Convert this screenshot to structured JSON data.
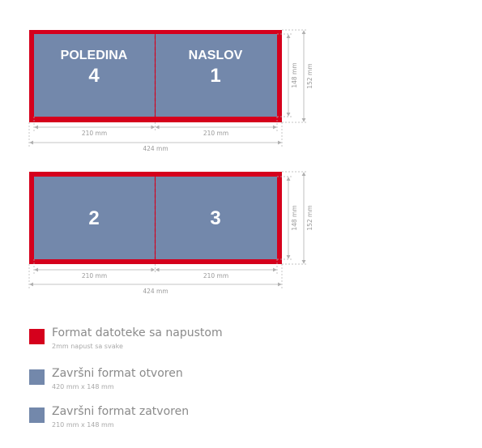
{
  "colors": {
    "bleed": "#d5001c",
    "page": "#7388ab",
    "dim": "#b0b0b0",
    "dim_text": "#9a9a9a",
    "page_text": "#ffffff"
  },
  "spread_top": {
    "left_page": {
      "label": "POLEDINA",
      "number": "4"
    },
    "right_page": {
      "label": "NASLOV",
      "number": "1"
    },
    "dim_left": "210 mm",
    "dim_right": "210 mm",
    "dim_total": "424 mm",
    "dim_height_inner": "148 mm",
    "dim_height_outer": "152 mm"
  },
  "spread_bottom": {
    "left_page": {
      "label": "",
      "number": "2"
    },
    "right_page": {
      "label": "",
      "number": "3"
    },
    "dim_left": "210 mm",
    "dim_right": "210 mm",
    "dim_total": "424 mm",
    "dim_height_inner": "148 mm",
    "dim_height_outer": "152 mm"
  },
  "legend": [
    {
      "title": "Format datoteke sa napustom",
      "subtitle": "2mm napust sa svake",
      "color": "#d5001c"
    },
    {
      "title": "Završni format otvoren",
      "subtitle": "420 mm x 148 mm",
      "color": "#7388ab"
    },
    {
      "title": "Završni format zatvoren",
      "subtitle": "210 mm x 148 mm",
      "color": "#7388ab"
    }
  ]
}
